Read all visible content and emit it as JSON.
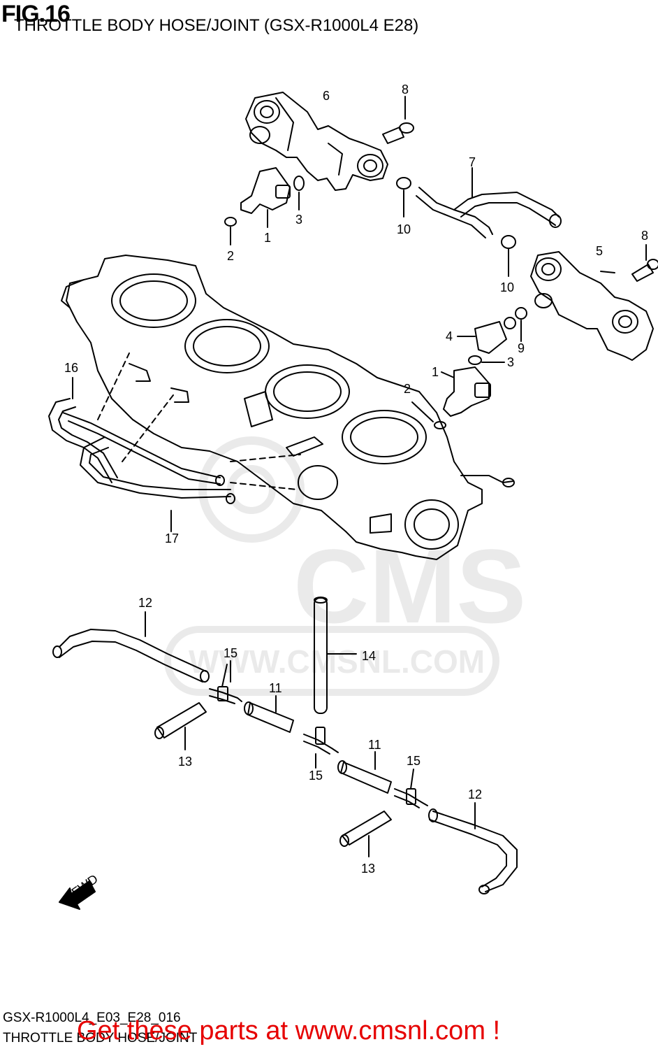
{
  "header": {
    "fig_label": "FIG.16",
    "title": "THROTTLE BODY HOSE/JOINT (GSX-R1000L4 E28)"
  },
  "watermark": {
    "brand": "CMS",
    "url": "WWW.CMSNL.COM",
    "color": "#dcdcdc"
  },
  "callouts": {
    "c1a": "1",
    "c1b": "1",
    "c2a": "2",
    "c2b": "2",
    "c3a": "3",
    "c3b": "3",
    "c4": "4",
    "c5": "5",
    "c6": "6",
    "c7": "7",
    "c8a": "8",
    "c8b": "8",
    "c9": "9",
    "c10a": "10",
    "c10b": "10",
    "c11a": "11",
    "c11b": "11",
    "c12a": "12",
    "c12b": "12",
    "c13a": "13",
    "c13b": "13",
    "c14": "14",
    "c15a": "15",
    "c15b": "15",
    "c15c": "15",
    "c16": "16",
    "c17": "17"
  },
  "fwd_label": "FWD",
  "footer": {
    "diagram_code": "GSX-R1000L4_E03_E28_016",
    "diagram_name": "THROTTLE BODY HOSE/JOINT",
    "promo": "Get these parts at www.cmsnl.com !",
    "promo_color": "#e60000"
  }
}
